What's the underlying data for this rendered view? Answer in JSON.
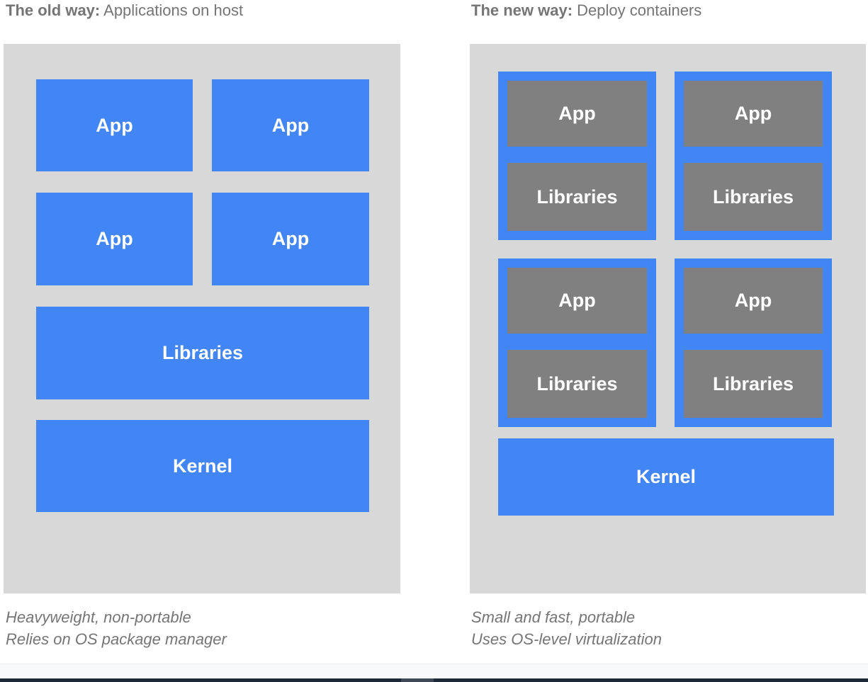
{
  "colors": {
    "panel_bg": "#d8d8d8",
    "blue": "#4285f4",
    "inner_gray": "#808080",
    "title_text": "#757575",
    "caption_text": "#757575",
    "strip_bg": "#f8f9fa",
    "strip_border": "#ececec",
    "bar_bg": "#1d2838",
    "bar_segment": "#3f4856"
  },
  "left": {
    "title_bold": "The old way:",
    "title_rest": " Applications on host",
    "app_boxes": [
      "App",
      "App",
      "App",
      "App"
    ],
    "libraries_label": "Libraries",
    "kernel_label": "Kernel",
    "caption_line1": "Heavyweight, non-portable",
    "caption_line2": "Relies on OS package manager"
  },
  "right": {
    "title_bold": "The new way:",
    "title_rest": " Deploy containers",
    "containers": [
      {
        "app": "App",
        "libraries": "Libraries"
      },
      {
        "app": "App",
        "libraries": "Libraries"
      },
      {
        "app": "App",
        "libraries": "Libraries"
      },
      {
        "app": "App",
        "libraries": "Libraries"
      }
    ],
    "kernel_label": "Kernel",
    "caption_line1": "Small and fast, portable",
    "caption_line2": "Uses OS-level virtualization"
  }
}
